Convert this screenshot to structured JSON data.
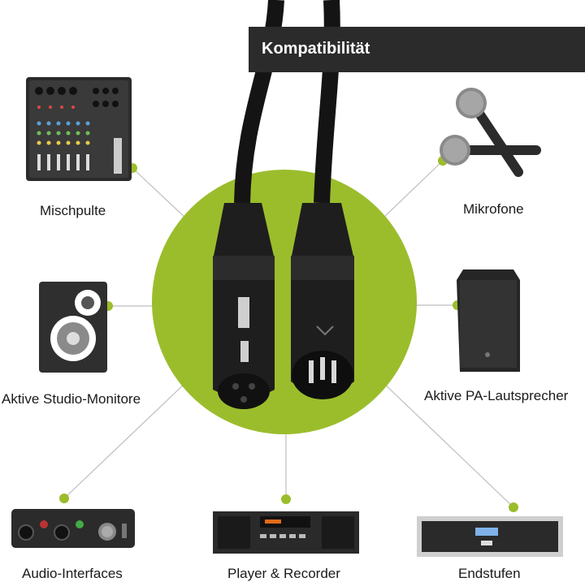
{
  "banner": {
    "title": "Kompatibilität"
  },
  "colors": {
    "accent": "#9bbd2c",
    "banner_bg": "#2b2b2b",
    "line": "#bdbdbd"
  },
  "devices": {
    "mixer": {
      "label": "Mischpulte",
      "icon": "mixer-icon"
    },
    "microphone": {
      "label": "Mikrofone",
      "icon": "microphone-icon"
    },
    "studio_monitor": {
      "label": "Aktive Studio-Monitore",
      "icon": "studio-monitor-icon"
    },
    "pa_speaker": {
      "label": "Aktive PA-Lautsprecher",
      "icon": "pa-speaker-icon"
    },
    "audio_interface": {
      "label": "Audio-Interfaces",
      "icon": "audio-interface-icon"
    },
    "player_recorder": {
      "label": "Player & Recorder",
      "icon": "player-recorder-icon"
    },
    "amplifier": {
      "label": "Endstufen",
      "icon": "amplifier-icon"
    }
  }
}
